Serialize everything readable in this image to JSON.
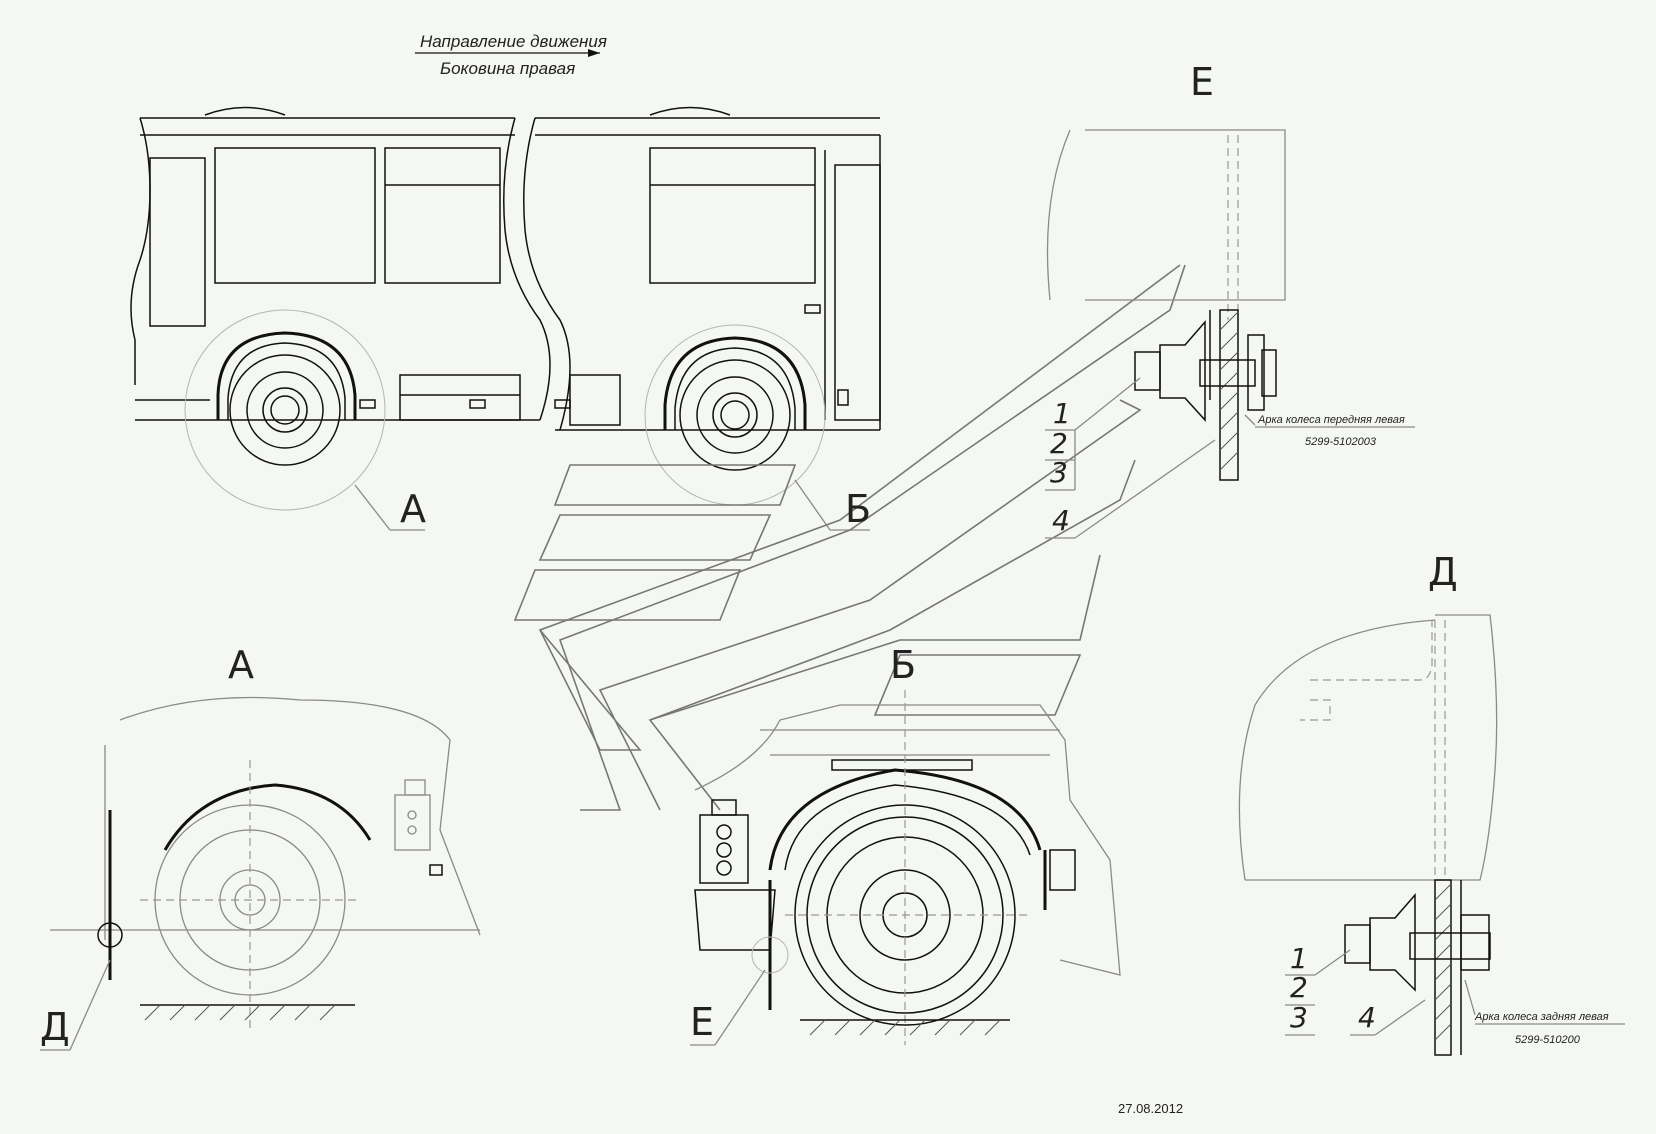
{
  "header": {
    "direction": "Направление движения",
    "side": "Боковина правая"
  },
  "labels": {
    "view_a": "А",
    "view_b": "Б",
    "view_d": "Д",
    "view_e": "Е"
  },
  "detail_e": {
    "parts": [
      "1",
      "2",
      "3",
      "4"
    ],
    "note_title": "Арка колеса передняя левая",
    "note_code": "5299-5102003"
  },
  "detail_d": {
    "parts": [
      "1",
      "2",
      "3",
      "4"
    ],
    "note_title": "Арка колеса задняя левая",
    "note_code": "5299-510200"
  },
  "footer": {
    "date": "27.08.2012"
  },
  "colors": {
    "background": "#f4f7f2",
    "line": "#111111",
    "thin_line": "#8a8a8a"
  }
}
